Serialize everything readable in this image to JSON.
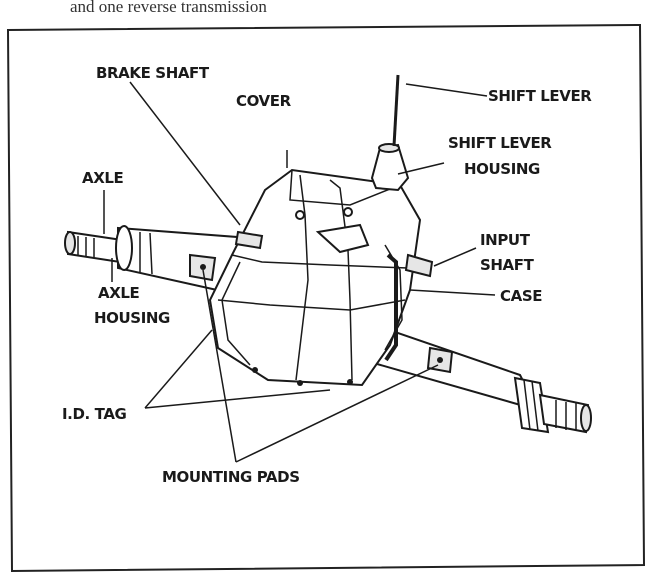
{
  "caption": "and one reverse transmission",
  "labels": {
    "brake_shaft": "BRAKE SHAFT",
    "cover": "COVER",
    "shift_lever": "SHIFT LEVER",
    "shift_lever_housing_1": "SHIFT LEVER",
    "shift_lever_housing_2": "HOUSING",
    "axle": "AXLE",
    "input_shaft_1": "INPUT",
    "input_shaft_2": "SHAFT",
    "case": "CASE",
    "axle_housing_1": "AXLE",
    "axle_housing_2": "HOUSING",
    "id_tag": "I.D. TAG",
    "mounting_pads": "MOUNTING PADS"
  },
  "colors": {
    "ink": "#1a1a1a",
    "paper": "#ffffff",
    "shade": "#e6e6e6"
  }
}
